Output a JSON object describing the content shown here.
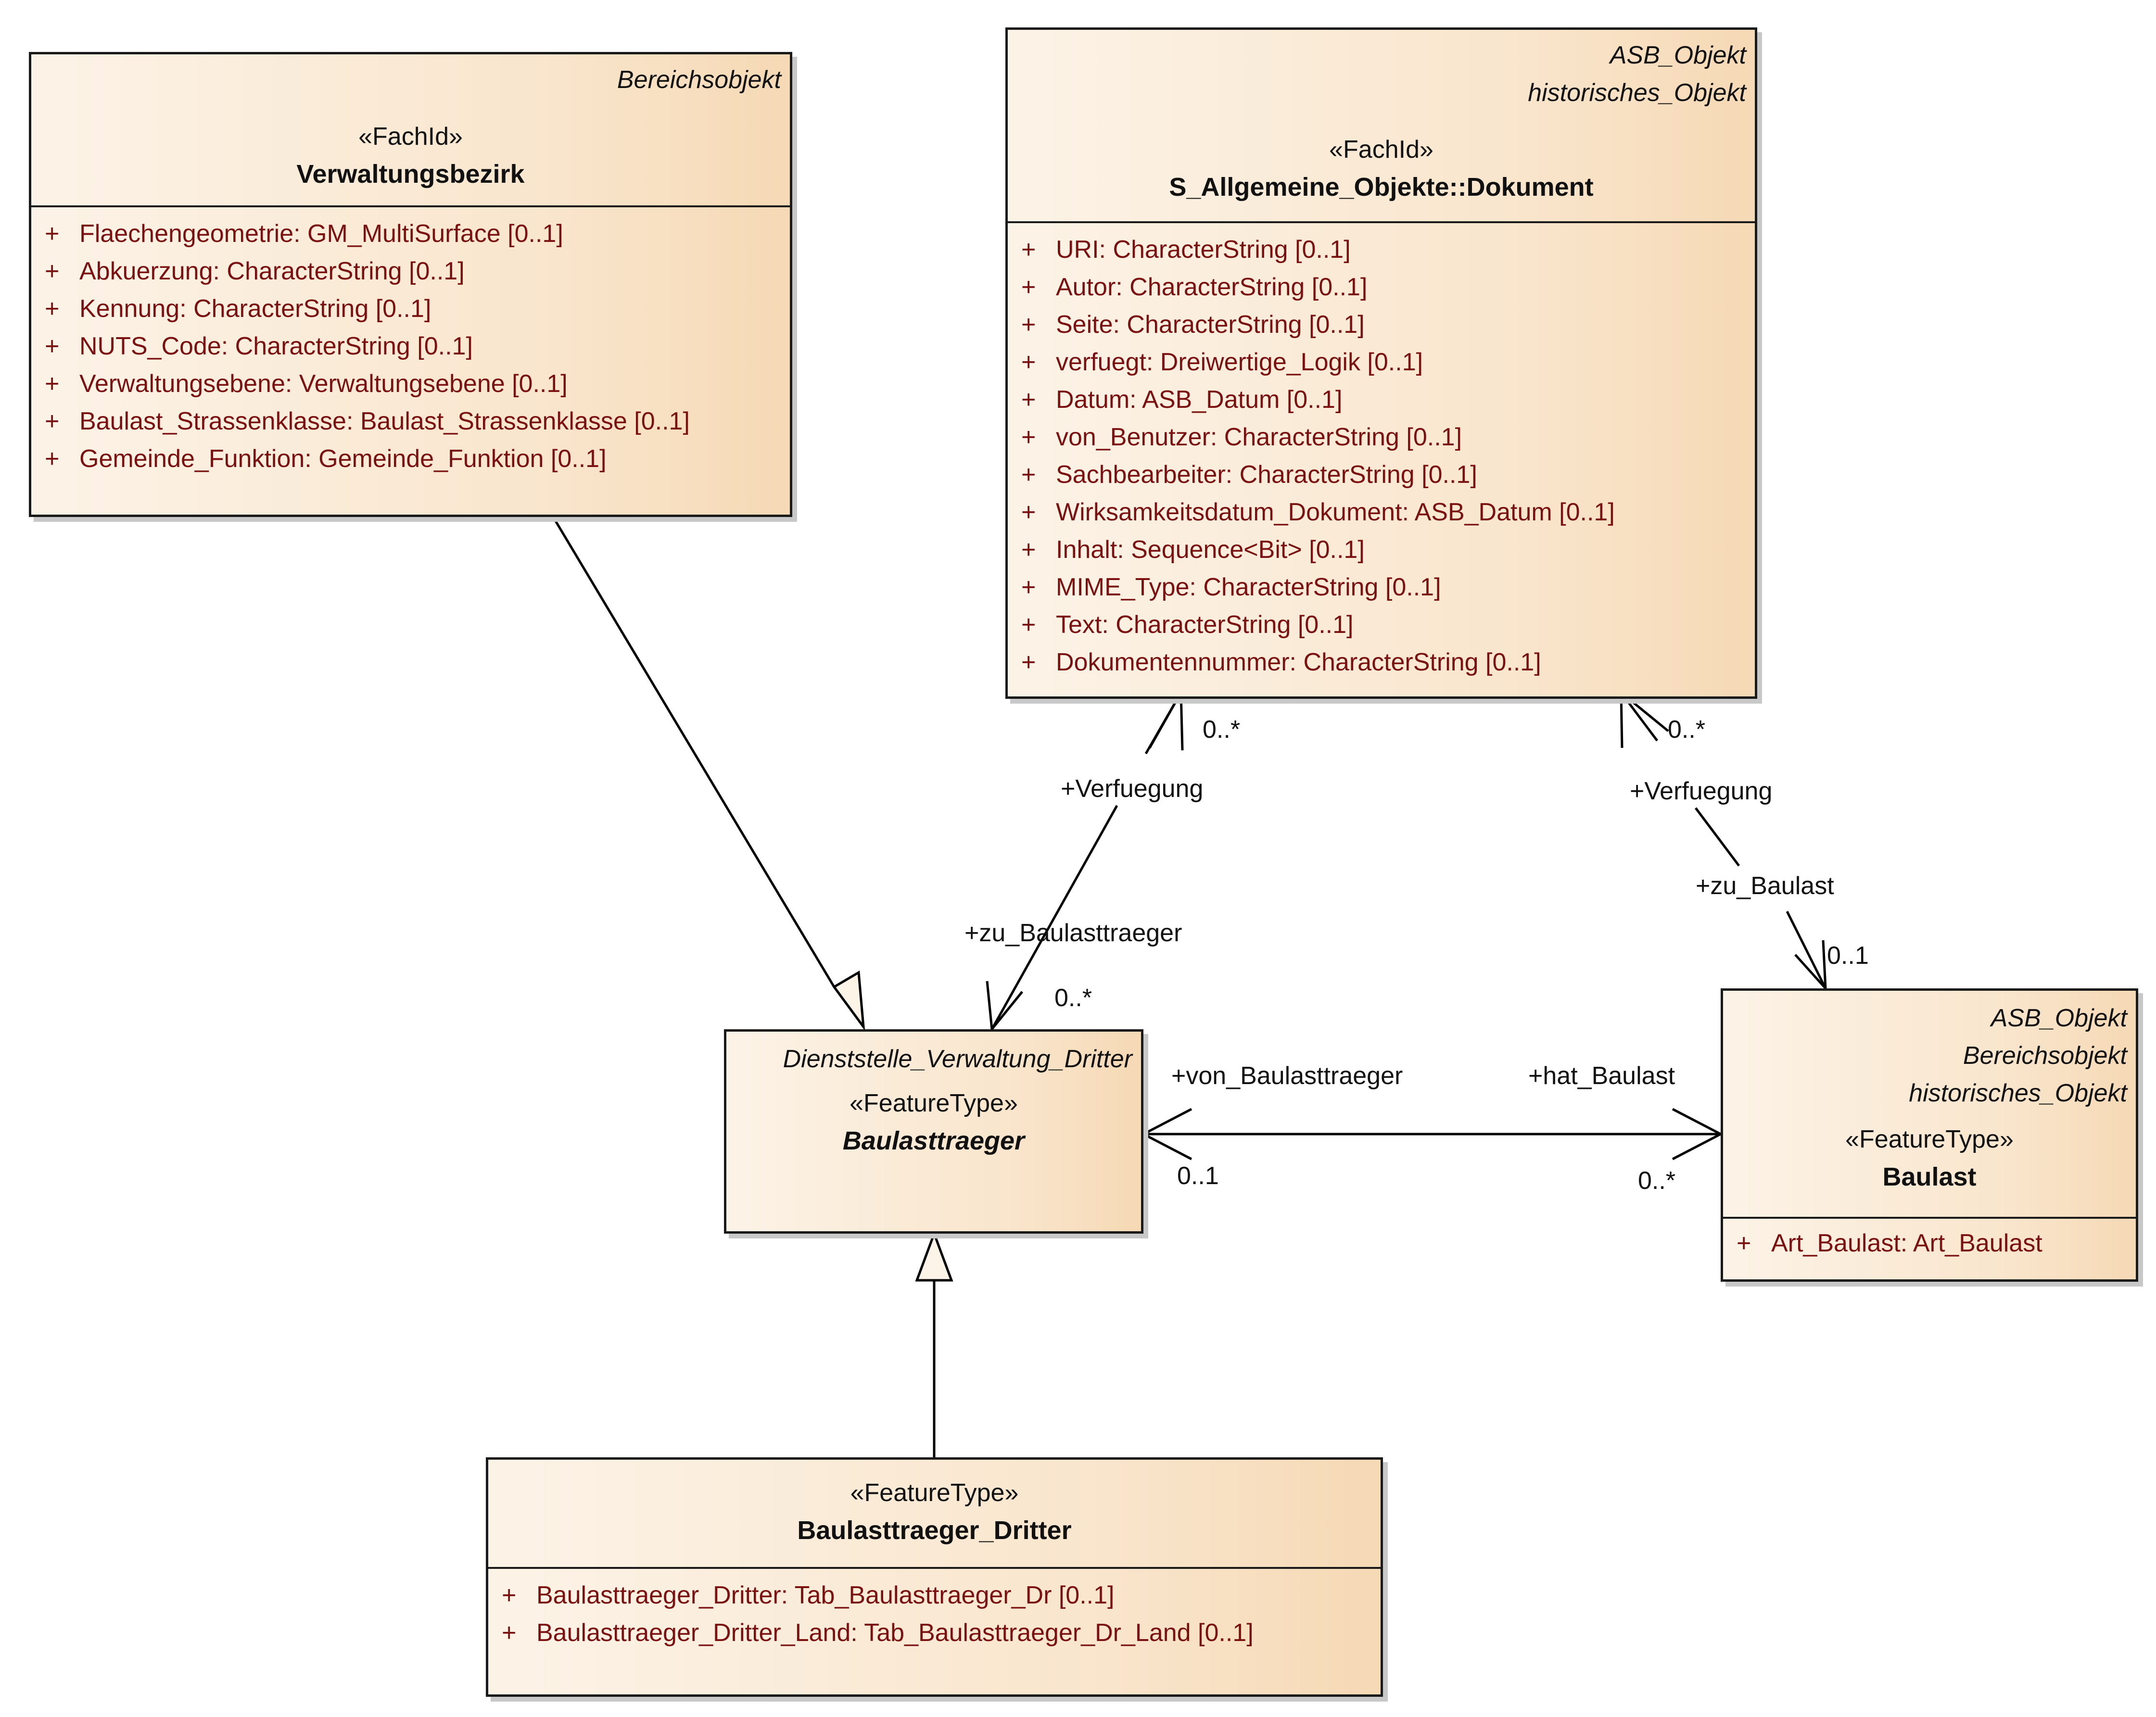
{
  "classes": {
    "verwaltungsbezirk": {
      "tags": [
        "Bereichsobjekt"
      ],
      "stereotype": "«FachId»",
      "name": "Verwaltungsbezirk",
      "attributes": [
        {
          "vis": "+",
          "text": "Flaechengeometrie: GM_MultiSurface [0..1]"
        },
        {
          "vis": "+",
          "text": "Abkuerzung: CharacterString [0..1]"
        },
        {
          "vis": "+",
          "text": "Kennung: CharacterString [0..1]"
        },
        {
          "vis": "+",
          "text": "NUTS_Code: CharacterString [0..1]"
        },
        {
          "vis": "+",
          "text": "Verwaltungsebene: Verwaltungsebene [0..1]"
        },
        {
          "vis": "+",
          "text": "Baulast_Strassenklasse: Baulast_Strassenklasse [0..1]"
        },
        {
          "vis": "+",
          "text": "Gemeinde_Funktion: Gemeinde_Funktion [0..1]"
        }
      ]
    },
    "dokument": {
      "tags": [
        "ASB_Objekt",
        "historisches_Objekt"
      ],
      "stereotype": "«FachId»",
      "name": "S_Allgemeine_Objekte::Dokument",
      "attributes": [
        {
          "vis": "+",
          "text": "URI: CharacterString [0..1]"
        },
        {
          "vis": "+",
          "text": "Autor: CharacterString [0..1]"
        },
        {
          "vis": "+",
          "text": "Seite: CharacterString [0..1]"
        },
        {
          "vis": "+",
          "text": "verfuegt: Dreiwertige_Logik [0..1]"
        },
        {
          "vis": "+",
          "text": "Datum: ASB_Datum [0..1]"
        },
        {
          "vis": "+",
          "text": "von_Benutzer: CharacterString [0..1]"
        },
        {
          "vis": "+",
          "text": "Sachbearbeiter: CharacterString [0..1]"
        },
        {
          "vis": "+",
          "text": "Wirksamkeitsdatum_Dokument: ASB_Datum [0..1]"
        },
        {
          "vis": "+",
          "text": "Inhalt: Sequence<Bit> [0..1]"
        },
        {
          "vis": "+",
          "text": "MIME_Type: CharacterString [0..1]"
        },
        {
          "vis": "+",
          "text": "Text: CharacterString [0..1]"
        },
        {
          "vis": "+",
          "text": "Dokumentennummer: CharacterString [0..1]"
        }
      ]
    },
    "baulasttraeger": {
      "tags": [
        "Dienststelle_Verwaltung_Dritter"
      ],
      "stereotype": "«FeatureType»",
      "name": "Baulasttraeger"
    },
    "baulast": {
      "tags": [
        "ASB_Objekt",
        "Bereichsobjekt",
        "historisches_Objekt"
      ],
      "stereotype": "«FeatureType»",
      "name": "Baulast",
      "attributes": [
        {
          "vis": "+",
          "text": "Art_Baulast: Art_Baulast"
        }
      ]
    },
    "baulasttraeger_dritter": {
      "stereotype": "«FeatureType»",
      "name": "Baulasttraeger_Dritter",
      "attributes": [
        {
          "vis": "+",
          "text": "Baulasttraeger_Dritter: Tab_Baulasttraeger_Dr [0..1]"
        },
        {
          "vis": "+",
          "text": "Baulasttraeger_Dritter_Land: Tab_Baulasttraeger_Dr_Land [0..1]"
        }
      ]
    }
  },
  "edges": {
    "verfuegung_left": {
      "role": "+Verfuegung",
      "multiplicity": "0..*"
    },
    "zu_baulasttraeger": {
      "role": "+zu_Baulasttraeger",
      "multiplicity": "0..*"
    },
    "verfuegung_right": {
      "role": "+Verfuegung",
      "multiplicity": "0..*"
    },
    "zu_baulast": {
      "role": "+zu_Baulast",
      "multiplicity": "0..1"
    },
    "von_baulasttraeger": {
      "role": "+von_Baulasttraeger",
      "multiplicity": "0..1"
    },
    "hat_baulast": {
      "role": "+hat_Baulast",
      "multiplicity": "0..*"
    }
  }
}
